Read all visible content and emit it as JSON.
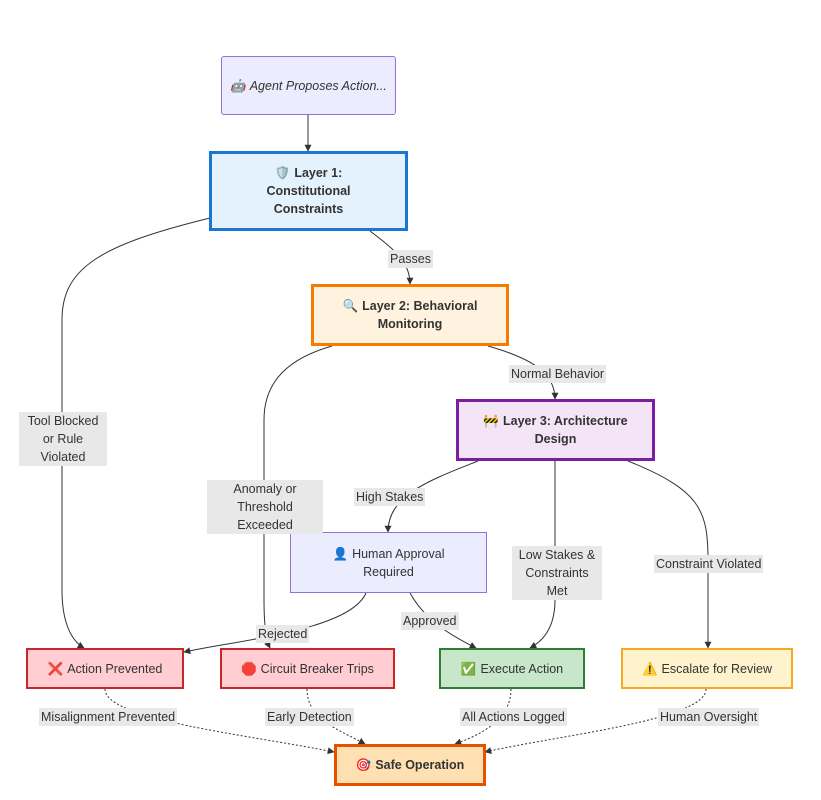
{
  "nodes": {
    "agent": {
      "icon": "🤖",
      "text": "Agent Proposes Action..."
    },
    "layer1": {
      "icon": "🛡️",
      "text": "Layer 1: Constitutional Constraints"
    },
    "layer2": {
      "icon": "🔍",
      "text": "Layer 2: Behavioral Monitoring"
    },
    "layer3": {
      "icon": "🚧",
      "text": "Layer 3: Architecture Design"
    },
    "human": {
      "icon": "👤",
      "text": "Human Approval Required"
    },
    "prevented": {
      "icon": "❌",
      "text": "Action Prevented"
    },
    "circuit": {
      "icon": "🛑",
      "text": "Circuit Breaker Trips"
    },
    "execute": {
      "icon": "✅",
      "text": "Execute Action"
    },
    "escalate": {
      "icon": "⚠️",
      "text": "Escalate for Review"
    },
    "safe": {
      "icon": "🎯",
      "text": "Safe Operation"
    }
  },
  "edges": {
    "passes": "Passes",
    "tool_blocked": "Tool Blocked or Rule Violated",
    "normal": "Normal Behavior",
    "anomaly": "Anomaly or Threshold Exceeded",
    "high_stakes": "High Stakes",
    "low_stakes": "Low Stakes & Constraints Met",
    "constraint_violated": "Constraint Violated",
    "rejected": "Rejected",
    "approved": "Approved",
    "misalignment": "Misalignment Prevented",
    "early": "Early Detection",
    "logged": "All Actions Logged",
    "oversight": "Human Oversight"
  },
  "colors": {
    "agent": {
      "fill": "#ececff",
      "stroke": "#9370db"
    },
    "layer1": {
      "fill": "#e3f2fd",
      "stroke": "#1976d2"
    },
    "layer2": {
      "fill": "#fff3e0",
      "stroke": "#f57c00"
    },
    "layer3": {
      "fill": "#f3e5f5",
      "stroke": "#7b1fa2"
    },
    "human": {
      "fill": "#ececff",
      "stroke": "#9370db"
    },
    "prevented": {
      "fill": "#ffcdd2",
      "stroke": "#c62828"
    },
    "circuit": {
      "fill": "#ffcdd2",
      "stroke": "#c62828"
    },
    "execute": {
      "fill": "#c8e6c9",
      "stroke": "#2e7d32"
    },
    "escalate": {
      "fill": "#fff3cd",
      "stroke": "#f9a825"
    },
    "safe": {
      "fill": "#ffe0b2",
      "stroke": "#e65100"
    }
  }
}
